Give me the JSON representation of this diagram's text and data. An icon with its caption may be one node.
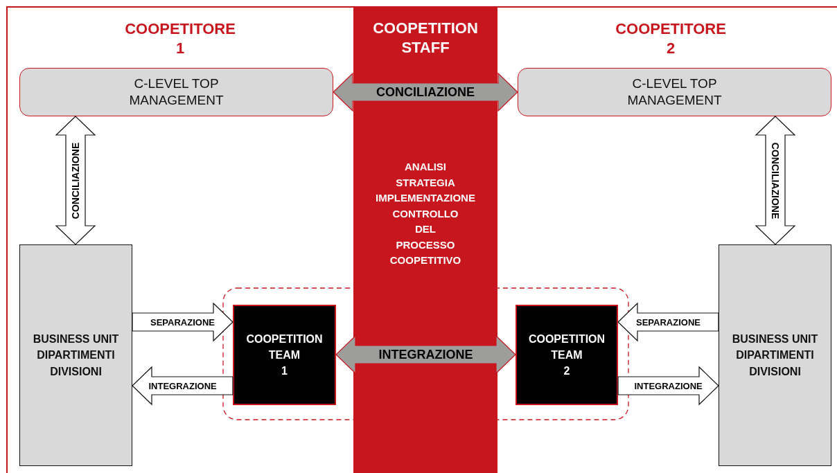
{
  "diagram": {
    "nodes": [
      {
        "text": [
          "COOPETITION STAFF",
          "ANALISI STRATEGIA IMPLEMENTAZIONE CONTROLLO DEL PROCESSO COOPETITIVO"
        ]
      },
      {
        "text": [
          "C-LEVEL TOP MANAGEMENT"
        ]
      },
      {
        "text": [
          "C-LEVEL TOP MANAGEMENT"
        ]
      },
      {
        "text": [
          "BUSINESS UNIT DIPARTIMENTI DIVISIONI"
        ]
      },
      {
        "text": [
          "COOPETITION TEAM 1"
        ]
      },
      {
        "text": [
          "COOPETITION TEAM 2"
        ]
      },
      {
        "text": [
          "BUSINESS UNIT DIPARTIMENTI DIVISIONI"
        ]
      }
    ],
    "edges": [
      {
        "from": 1,
        "to": 2,
        "arrow": "both",
        "label": "CONCILIAZIONE",
        "color": "#9d9d9c"
      },
      {
        "from": 1,
        "to": 3,
        "arrow": "both",
        "label": "CONCILIAZIONE"
      },
      {
        "from": 2,
        "to": 6,
        "arrow": "both",
        "label": "CONCILIAZIONE"
      },
      {
        "from": 3,
        "to": 4,
        "arrow": "to",
        "label": "SEPARAZIONE"
      },
      {
        "from": 4,
        "to": 3,
        "arrow": "to",
        "label": "INTEGRAZIONE"
      },
      {
        "from": 4,
        "to": 5,
        "arrow": "both",
        "label": "INTEGRAZIONE",
        "color": "#9d9d9c"
      },
      {
        "from": 6,
        "to": 5,
        "arrow": "to",
        "label": "SEPARAZIONE"
      },
      {
        "from": 5,
        "to": 6,
        "arrow": "to",
        "label": "INTEGRAZIONE"
      }
    ],
    "labels": [
      "COOPETITORE 1",
      "COOPETITORE 2"
    ]
  }
}
